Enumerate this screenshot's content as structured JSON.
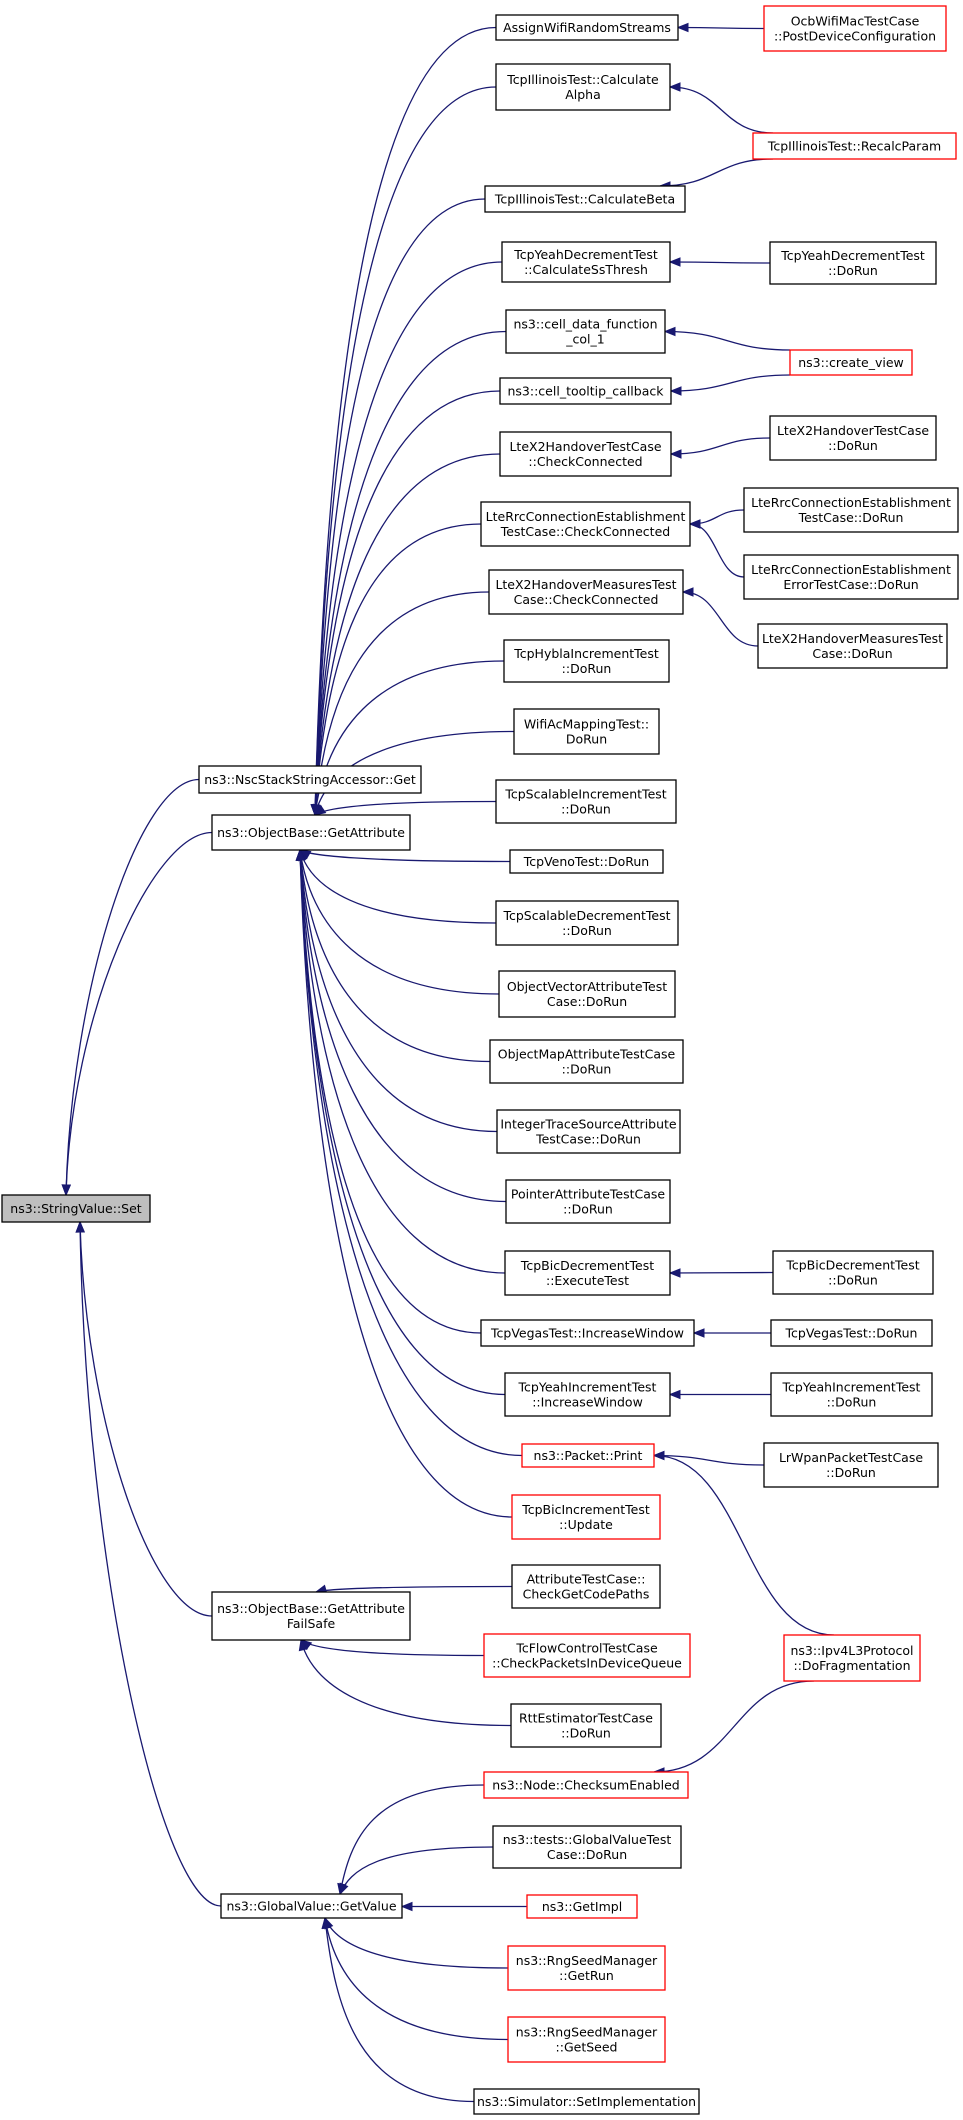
{
  "colors": {
    "edge": "#191970",
    "border_normal": "#000000",
    "border_truncated": "#ff0000",
    "root_fill": "#bfbfbf",
    "fill": "#ffffff"
  },
  "nodes": [
    {
      "id": "root",
      "lines": [
        "ns3::StringValue::Set"
      ],
      "style": "root"
    },
    {
      "id": "nsc_get",
      "lines": [
        "ns3::NscStackStringAccessor::Get"
      ],
      "style": "normal"
    },
    {
      "id": "ob_getattr",
      "lines": [
        "ns3::ObjectBase::GetAttribute"
      ],
      "style": "normal"
    },
    {
      "id": "ob_getattr_fs",
      "lines": [
        "ns3::ObjectBase::GetAttribute",
        "FailSafe"
      ],
      "style": "normal"
    },
    {
      "id": "gv_getvalue",
      "lines": [
        "ns3::GlobalValue::GetValue"
      ],
      "style": "normal"
    },
    {
      "id": "assign_wifi",
      "lines": [
        "AssignWifiRandomStreams"
      ],
      "style": "normal"
    },
    {
      "id": "ill_alpha",
      "lines": [
        "TcpIllinoisTest::Calculate",
        "Alpha"
      ],
      "style": "normal"
    },
    {
      "id": "ill_beta",
      "lines": [
        "TcpIllinoisTest::CalculateBeta"
      ],
      "style": "normal"
    },
    {
      "id": "yeah_dec_ss",
      "lines": [
        "TcpYeahDecrementTest",
        "::CalculateSsThresh"
      ],
      "style": "normal"
    },
    {
      "id": "cell_data",
      "lines": [
        "ns3::cell_data_function",
        "_col_1"
      ],
      "style": "normal"
    },
    {
      "id": "cell_tooltip",
      "lines": [
        "ns3::cell_tooltip_callback"
      ],
      "style": "normal"
    },
    {
      "id": "ltex2_cc",
      "lines": [
        "LteX2HandoverTestCase",
        "::CheckConnected"
      ],
      "style": "normal"
    },
    {
      "id": "lterrc_cc",
      "lines": [
        "LteRrcConnectionEstablishment",
        "TestCase::CheckConnected"
      ],
      "style": "normal"
    },
    {
      "id": "ltex2meas_cc",
      "lines": [
        "LteX2HandoverMeasuresTest",
        "Case::CheckConnected"
      ],
      "style": "normal"
    },
    {
      "id": "hybla_inc",
      "lines": [
        "TcpHyblaIncrementTest",
        "::DoRun"
      ],
      "style": "normal"
    },
    {
      "id": "wifi_ac",
      "lines": [
        "WifiAcMappingTest::",
        "DoRun"
      ],
      "style": "normal"
    },
    {
      "id": "scal_inc",
      "lines": [
        "TcpScalableIncrementTest",
        "::DoRun"
      ],
      "style": "normal"
    },
    {
      "id": "veno",
      "lines": [
        "TcpVenoTest::DoRun"
      ],
      "style": "normal"
    },
    {
      "id": "scal_dec",
      "lines": [
        "TcpScalableDecrementTest",
        "::DoRun"
      ],
      "style": "normal"
    },
    {
      "id": "obj_vec",
      "lines": [
        "ObjectVectorAttributeTest",
        "Case::DoRun"
      ],
      "style": "normal"
    },
    {
      "id": "obj_map",
      "lines": [
        "ObjectMapAttributeTestCase",
        "::DoRun"
      ],
      "style": "normal"
    },
    {
      "id": "int_trace",
      "lines": [
        "IntegerTraceSourceAttribute",
        "TestCase::DoRun"
      ],
      "style": "normal"
    },
    {
      "id": "ptr_attr",
      "lines": [
        "PointerAttributeTestCase",
        "::DoRun"
      ],
      "style": "normal"
    },
    {
      "id": "bic_dec_exec",
      "lines": [
        "TcpBicDecrementTest",
        "::ExecuteTest"
      ],
      "style": "normal"
    },
    {
      "id": "vegas_inc",
      "lines": [
        "TcpVegasTest::IncreaseWindow"
      ],
      "style": "normal"
    },
    {
      "id": "yeah_inc_iw",
      "lines": [
        "TcpYeahIncrementTest",
        "::IncreaseWindow"
      ],
      "style": "normal"
    },
    {
      "id": "pkt_print",
      "lines": [
        "ns3::Packet::Print"
      ],
      "style": "truncated"
    },
    {
      "id": "bic_inc_upd",
      "lines": [
        "TcpBicIncrementTest",
        "::Update"
      ],
      "style": "truncated"
    },
    {
      "id": "attr_check",
      "lines": [
        "AttributeTestCase::",
        "CheckGetCodePaths"
      ],
      "style": "normal"
    },
    {
      "id": "tc_flow",
      "lines": [
        "TcFlowControlTestCase",
        "::CheckPacketsInDeviceQueue"
      ],
      "style": "truncated"
    },
    {
      "id": "rtt_est",
      "lines": [
        "RttEstimatorTestCase",
        "::DoRun"
      ],
      "style": "normal"
    },
    {
      "id": "node_cksum",
      "lines": [
        "ns3::Node::ChecksumEnabled"
      ],
      "style": "truncated"
    },
    {
      "id": "gv_test",
      "lines": [
        "ns3::tests::GlobalValueTest",
        "Case::DoRun"
      ],
      "style": "normal"
    },
    {
      "id": "get_impl",
      "lines": [
        "ns3::GetImpl"
      ],
      "style": "truncated"
    },
    {
      "id": "rng_run",
      "lines": [
        "ns3::RngSeedManager",
        "::GetRun"
      ],
      "style": "truncated"
    },
    {
      "id": "rng_seed",
      "lines": [
        "ns3::RngSeedManager",
        "::GetSeed"
      ],
      "style": "truncated"
    },
    {
      "id": "sim_setimpl",
      "lines": [
        "ns3::Simulator::SetImplementation"
      ],
      "style": "normal"
    },
    {
      "id": "ocb_post",
      "lines": [
        "OcbWifiMacTestCase",
        "::PostDeviceConfiguration"
      ],
      "style": "truncated"
    },
    {
      "id": "ill_recalc",
      "lines": [
        "TcpIllinoisTest::RecalcParam"
      ],
      "style": "truncated"
    },
    {
      "id": "yeah_dec_run",
      "lines": [
        "TcpYeahDecrementTest",
        "::DoRun"
      ],
      "style": "normal"
    },
    {
      "id": "create_view",
      "lines": [
        "ns3::create_view"
      ],
      "style": "truncated"
    },
    {
      "id": "ltex2_run",
      "lines": [
        "LteX2HandoverTestCase",
        "::DoRun"
      ],
      "style": "normal"
    },
    {
      "id": "lterrc_run",
      "lines": [
        "LteRrcConnectionEstablishment",
        "TestCase::DoRun"
      ],
      "style": "normal"
    },
    {
      "id": "lterrc_err_run",
      "lines": [
        "LteRrcConnectionEstablishment",
        "ErrorTestCase::DoRun"
      ],
      "style": "normal"
    },
    {
      "id": "ltex2meas_run",
      "lines": [
        "LteX2HandoverMeasuresTest",
        "Case::DoRun"
      ],
      "style": "normal"
    },
    {
      "id": "bic_dec_run",
      "lines": [
        "TcpBicDecrementTest",
        "::DoRun"
      ],
      "style": "normal"
    },
    {
      "id": "vegas_run",
      "lines": [
        "TcpVegasTest::DoRun"
      ],
      "style": "normal"
    },
    {
      "id": "yeah_inc_run",
      "lines": [
        "TcpYeahIncrementTest",
        "::DoRun"
      ],
      "style": "normal"
    },
    {
      "id": "lrwpan_run",
      "lines": [
        "LrWpanPacketTestCase",
        "::DoRun"
      ],
      "style": "normal"
    },
    {
      "id": "ipv4_frag",
      "lines": [
        "ns3::Ipv4L3Protocol",
        "::DoFragmentation"
      ],
      "style": "truncated"
    }
  ],
  "edges": [
    [
      "root",
      "nsc_get"
    ],
    [
      "root",
      "ob_getattr"
    ],
    [
      "root",
      "ob_getattr_fs"
    ],
    [
      "root",
      "gv_getvalue"
    ],
    [
      "ob_getattr",
      "assign_wifi"
    ],
    [
      "ob_getattr",
      "ill_alpha"
    ],
    [
      "ob_getattr",
      "ill_beta"
    ],
    [
      "ob_getattr",
      "yeah_dec_ss"
    ],
    [
      "ob_getattr",
      "cell_data"
    ],
    [
      "ob_getattr",
      "cell_tooltip"
    ],
    [
      "ob_getattr",
      "ltex2_cc"
    ],
    [
      "ob_getattr",
      "lterrc_cc"
    ],
    [
      "ob_getattr",
      "ltex2meas_cc"
    ],
    [
      "ob_getattr",
      "hybla_inc"
    ],
    [
      "ob_getattr",
      "wifi_ac"
    ],
    [
      "ob_getattr",
      "scal_inc"
    ],
    [
      "ob_getattr",
      "veno"
    ],
    [
      "ob_getattr",
      "scal_dec"
    ],
    [
      "ob_getattr",
      "obj_vec"
    ],
    [
      "ob_getattr",
      "obj_map"
    ],
    [
      "ob_getattr",
      "int_trace"
    ],
    [
      "ob_getattr",
      "ptr_attr"
    ],
    [
      "ob_getattr",
      "bic_dec_exec"
    ],
    [
      "ob_getattr",
      "vegas_inc"
    ],
    [
      "ob_getattr",
      "yeah_inc_iw"
    ],
    [
      "ob_getattr",
      "pkt_print"
    ],
    [
      "ob_getattr",
      "bic_inc_upd"
    ],
    [
      "ob_getattr_fs",
      "attr_check"
    ],
    [
      "ob_getattr_fs",
      "tc_flow"
    ],
    [
      "ob_getattr_fs",
      "rtt_est"
    ],
    [
      "gv_getvalue",
      "node_cksum"
    ],
    [
      "gv_getvalue",
      "gv_test"
    ],
    [
      "gv_getvalue",
      "get_impl"
    ],
    [
      "gv_getvalue",
      "rng_run"
    ],
    [
      "gv_getvalue",
      "rng_seed"
    ],
    [
      "gv_getvalue",
      "sim_setimpl"
    ],
    [
      "assign_wifi",
      "ocb_post"
    ],
    [
      "ill_alpha",
      "ill_recalc"
    ],
    [
      "ill_beta",
      "ill_recalc"
    ],
    [
      "yeah_dec_ss",
      "yeah_dec_run"
    ],
    [
      "cell_data",
      "create_view"
    ],
    [
      "cell_tooltip",
      "create_view"
    ],
    [
      "ltex2_cc",
      "ltex2_run"
    ],
    [
      "lterrc_cc",
      "lterrc_run"
    ],
    [
      "lterrc_cc",
      "lterrc_err_run"
    ],
    [
      "ltex2meas_cc",
      "ltex2meas_run"
    ],
    [
      "bic_dec_exec",
      "bic_dec_run"
    ],
    [
      "vegas_inc",
      "vegas_run"
    ],
    [
      "yeah_inc_iw",
      "yeah_inc_run"
    ],
    [
      "pkt_print",
      "lrwpan_run"
    ],
    [
      "pkt_print",
      "ipv4_frag"
    ],
    [
      "node_cksum",
      "ipv4_frag"
    ]
  ]
}
